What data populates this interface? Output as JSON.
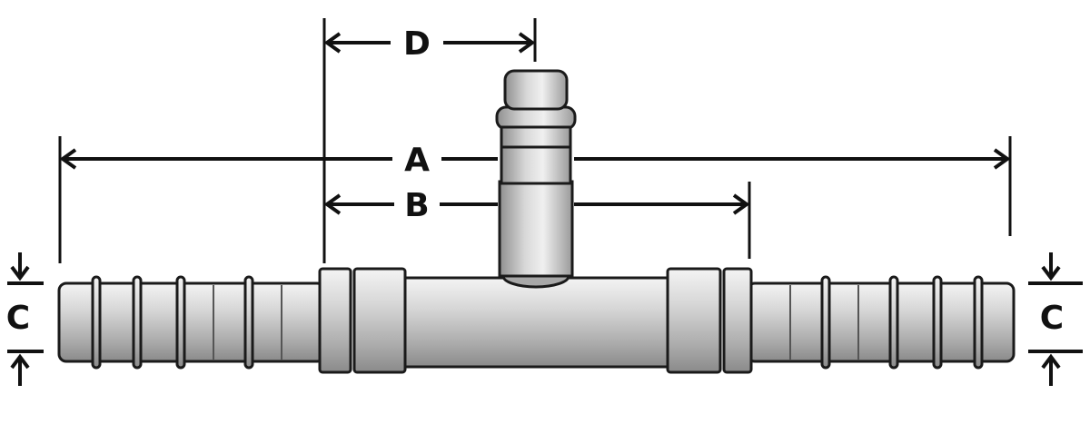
{
  "dimensions": {
    "a_label": "A",
    "b_label": "B",
    "c_label_left": "C",
    "c_label_right": "C",
    "d_label": "D"
  },
  "colors": {
    "body_light": "#eeeeee",
    "body_mid": "#bdbdbd",
    "body_dark": "#7a7a7a",
    "outline": "#1a1a1a",
    "lines": "#111111"
  }
}
